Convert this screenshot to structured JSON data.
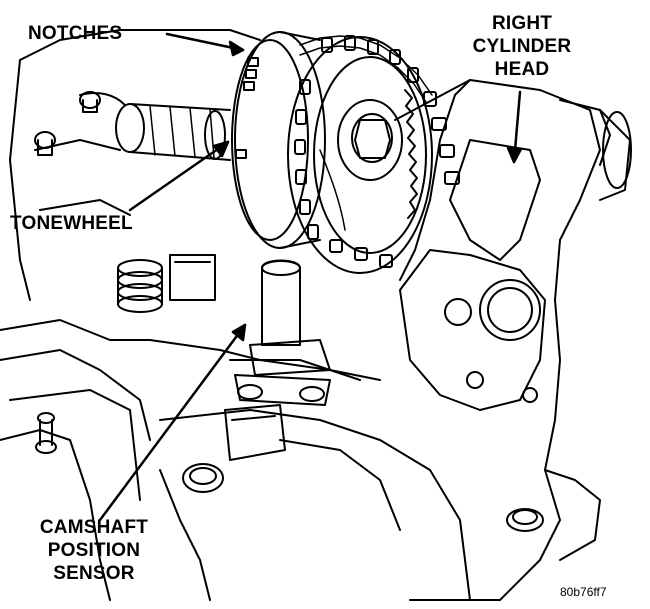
{
  "labels": {
    "notches": "NOTCHES",
    "right_cylinder_head": [
      "RIGHT",
      "CYLINDER",
      "HEAD"
    ],
    "tonewheel": "TONEWHEEL",
    "camshaft_position_sensor": [
      "CAMSHAFT",
      "POSITION",
      "SENSOR"
    ]
  },
  "figure_code": "80b76ff7",
  "colors": {
    "ink": "#000000",
    "paper": "#ffffff"
  }
}
